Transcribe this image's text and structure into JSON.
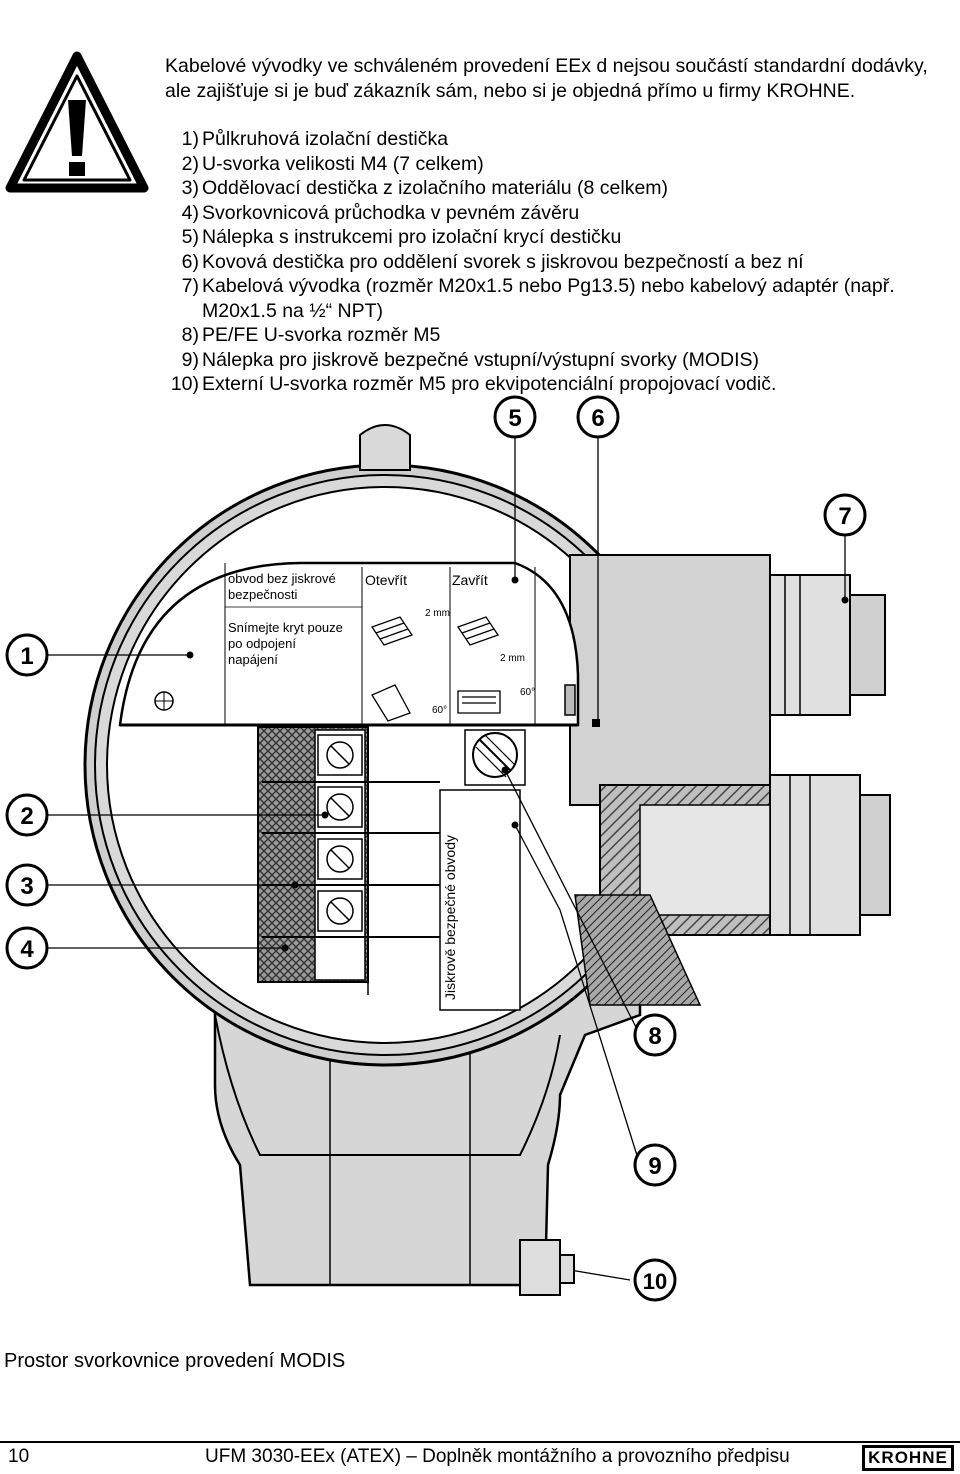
{
  "intro_text": "Kabelové vývodky ve schváleném provedení  EEx d  nejsou součástí standardní dodávky, ale zajišťuje si je buď zákazník sám, nebo si je objedná přímo u firmy KROHNE.",
  "items": [
    {
      "num": "1)",
      "text": "Půlkruhová izolační destička"
    },
    {
      "num": "2)",
      "text": "U-svorka velikosti M4 (7 celkem)"
    },
    {
      "num": "3)",
      "text": "Oddělovací destička z izolačního materiálu (8 celkem)"
    },
    {
      "num": "4)",
      "text": "Svorkovnicová průchodka v pevném závěru"
    },
    {
      "num": "5)",
      "text": "Nálepka s instrukcemi pro izolační krycí destičku"
    },
    {
      "num": "6)",
      "text": "Kovová destička pro oddělení svorek s jiskrovou bezpečností a bez ní"
    },
    {
      "num": "7)",
      "text": "Kabelová vývodka (rozměr M20x1.5 nebo Pg13.5) nebo kabelový adaptér (např. M20x1.5 na ½“ NPT)"
    },
    {
      "num": "8)",
      "text": "PE/FE U-svorka rozměr M5"
    },
    {
      "num": "9)",
      "text": "Nálepka pro jiskrově bezpečné vstupní/výstupní svorky (MODIS)"
    },
    {
      "num": "10)",
      "text": "Externí U-svorka rozměr M5 pro ekvipotenciální propojovací vodič."
    }
  ],
  "drawing": {
    "callouts": [
      "1",
      "2",
      "3",
      "4",
      "5",
      "6",
      "7",
      "8",
      "9",
      "10"
    ],
    "label_circuit_line1": "obvod bez jiskrové",
    "label_circuit_line2": "bezpečnosti",
    "label_open": "Otevřít",
    "label_close": "Zavřít",
    "label_remove_line1": "Snímejte kryt pouze",
    "label_remove_line2": "po odpojení",
    "label_remove_line3": "napájení",
    "dim_2mm_a": "2 mm",
    "dim_2mm_b": "2 mm",
    "angle_a": "60°",
    "angle_b": "60°",
    "label_intrinsic": "Jiskrově bezpečné obvody"
  },
  "caption": "Prostor svorkovnice provedení MODIS",
  "footer": {
    "page_number": "10",
    "title": "UFM 3030-EEx (ATEX) – Doplněk montážního a provozního předpisu",
    "logo_text": "KROHNE"
  }
}
